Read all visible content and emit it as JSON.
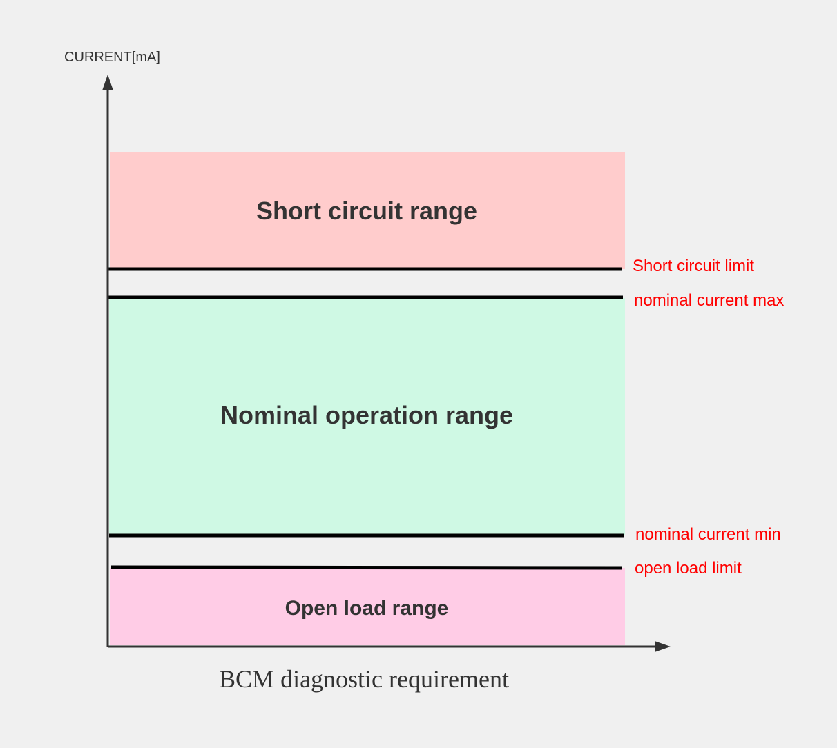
{
  "diagram": {
    "y_axis_title": "CURRENT[mA]",
    "caption": "BCM diagnostic requirement",
    "ranges": {
      "short_circuit": {
        "label": "Short circuit range",
        "color": "#ffcccc"
      },
      "nominal": {
        "label": "Nominal operation range",
        "color": "#cff9e4"
      },
      "open_load": {
        "label": "Open load range",
        "color": "#ffcce6"
      }
    },
    "thresholds": {
      "short_circuit_limit": "Short circuit limit",
      "nominal_current_max": "nominal current max",
      "nominal_current_min": "nominal current min",
      "open_load_limit": "open load limit"
    },
    "colors": {
      "axis": "#333333",
      "threshold_line": "#000000",
      "threshold_label": "#ff0000",
      "text": "#333333",
      "background": "#f0f0f0"
    }
  }
}
